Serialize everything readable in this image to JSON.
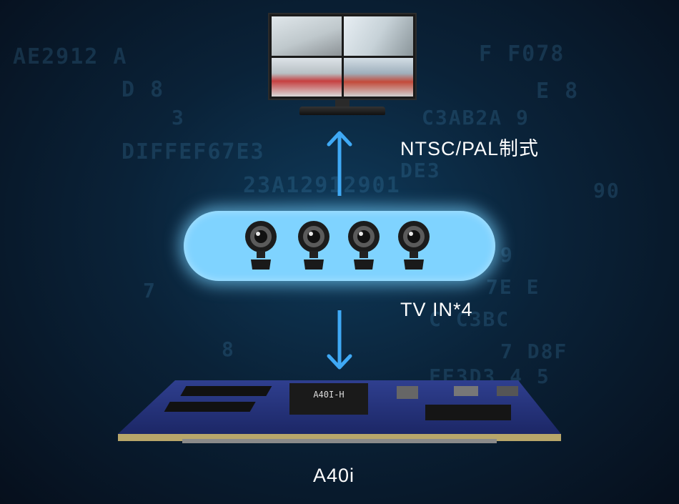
{
  "labels": {
    "video_format": "NTSC/PAL制式",
    "tv_in": "TV IN*4",
    "module": "A40i"
  },
  "board": {
    "chip_marking": "A40I-H"
  },
  "icons": {
    "monitor": "monitor-icon",
    "camera": "camera-icon",
    "arrow_up": "arrow-up-icon",
    "arrow_down": "arrow-down-icon",
    "board": "circuit-board-icon"
  },
  "colors": {
    "accent": "#3fa9f5",
    "panel": "#7fd3ff",
    "background": "#0a2238"
  }
}
